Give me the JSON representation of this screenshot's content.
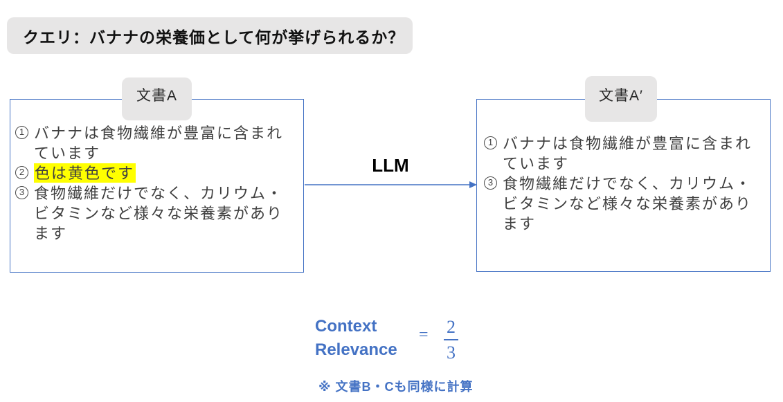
{
  "query": {
    "text": "クエリ：バナナの栄養価として何が挙げられるか？"
  },
  "llm": {
    "label": "LLM"
  },
  "documents": [
    {
      "title": "文書A",
      "items": [
        {
          "num": "1",
          "text": "バナナは食物繊維が豊富に含まれています",
          "highlight": false
        },
        {
          "num": "2",
          "text": "色は黄色です",
          "highlight": true
        },
        {
          "num": "3",
          "text": "食物繊維だけでなく、カリウム・ビタミンなど様々な栄養素があります",
          "highlight": false
        }
      ]
    },
    {
      "title": "文書A′",
      "items": [
        {
          "num": "1",
          "text": "バナナは食物繊維が豊富に含まれています",
          "highlight": false
        },
        {
          "num": "3",
          "text": "食物繊維だけでなく、カリウム・ビタミンなど様々な栄養素があります",
          "highlight": false
        }
      ]
    }
  ],
  "formula": {
    "name_line1": "Context",
    "name_line2": "Relevance",
    "equals": "=",
    "numerator": "2",
    "denominator": "3"
  },
  "note": {
    "text": "※ 文書B・Cも同様に計算"
  },
  "colors": {
    "accent": "#4472C4",
    "highlight": "#FFFF00",
    "panel_gray": "#E7E6E6"
  }
}
